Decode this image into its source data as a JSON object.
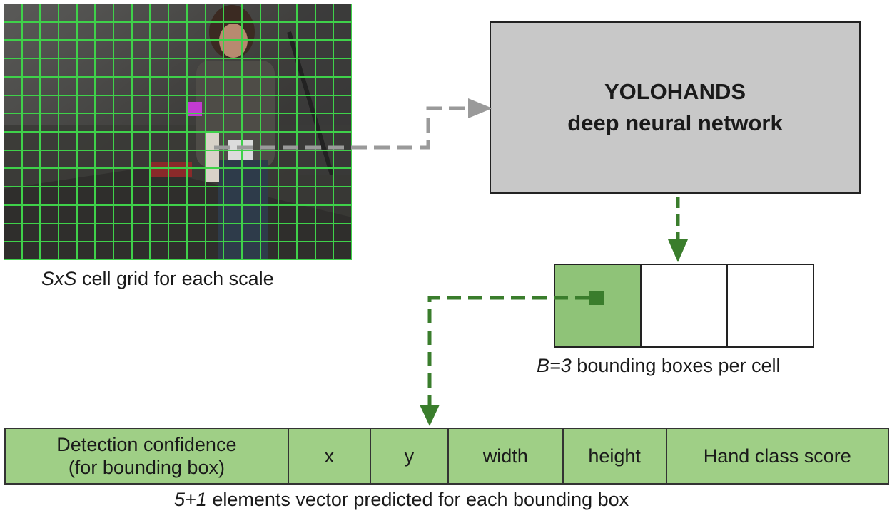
{
  "network": {
    "line1": "YOLOHANDS",
    "line2": "deep neural network"
  },
  "captions": {
    "grid_italic": "SxS",
    "grid_rest": " cell grid for each scale",
    "boxes_italic": "B=3",
    "boxes_rest": " bounding boxes per cell",
    "vector_italic": "5+1",
    "vector_rest": " elements vector predicted for each bounding box"
  },
  "bounding_boxes": {
    "count": 3,
    "highlighted_index": 0
  },
  "vector_fields": [
    {
      "line1": "Detection confidence",
      "line2": "(for bounding box)"
    },
    {
      "line1": "x",
      "line2": ""
    },
    {
      "line1": "y",
      "line2": ""
    },
    {
      "line1": "width",
      "line2": ""
    },
    {
      "line1": "height",
      "line2": ""
    },
    {
      "line1": "Hand class score",
      "line2": ""
    }
  ],
  "colors": {
    "grid_line": "#3fd14a",
    "green_fill": "#9fcf86",
    "green_dark": "#3a7d2c",
    "network_fill": "#c8c8c8",
    "arrow_gray": "#9a9a9a"
  }
}
